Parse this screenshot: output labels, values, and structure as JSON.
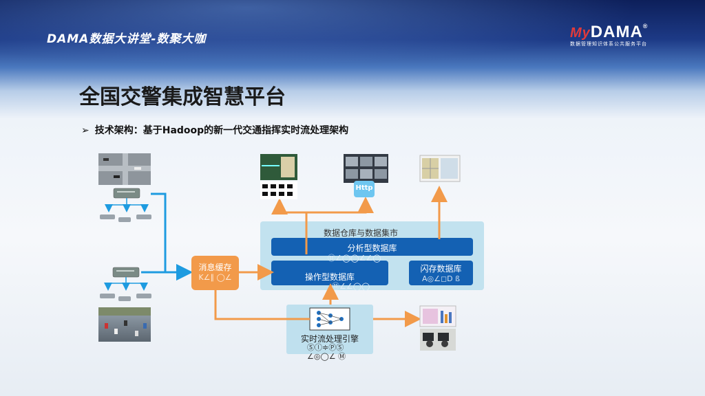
{
  "header": {
    "banner_title": "DAMA数据大讲堂-数聚大咖",
    "logo": {
      "my": "My",
      "brand": "DAMA",
      "registered": "®",
      "tagline": "数据管理知识体系公共服务平台"
    }
  },
  "page": {
    "title": "全国交警集成智慧平台",
    "bullet_symbol": "➢",
    "bullet_text": "技术架构：基于Hadoop的新一代交通指挥实时流处理架构"
  },
  "diagram": {
    "message_cache": {
      "label": "消息缓存",
      "glyphs": "K∠∥ ◯∠"
    },
    "data_warehouse": {
      "label": "数据仓库与数据集市"
    },
    "analytic_db": {
      "label": "分析型数据库",
      "glyphs": "⑪∠◯◯∠∠◯"
    },
    "operational_db": {
      "label": "操作型数据库",
      "glyphs": "⑪∠∠◯◯"
    },
    "flash_db": {
      "label": "闪存数据库",
      "glyphs": "A◎∠◻D ß"
    },
    "stream_engine": {
      "label": "实时流处理引擎",
      "glyphs": "Ⓢⓛ≑ⓅⓈ ∠◎◯∠ Ⓜ"
    },
    "http_badge": "Http",
    "colors": {
      "orange": "#f29a4a",
      "blue_arrow": "#1e9be0",
      "dw_bg": "#bfe0ee",
      "db_blue": "#1461b3"
    }
  }
}
